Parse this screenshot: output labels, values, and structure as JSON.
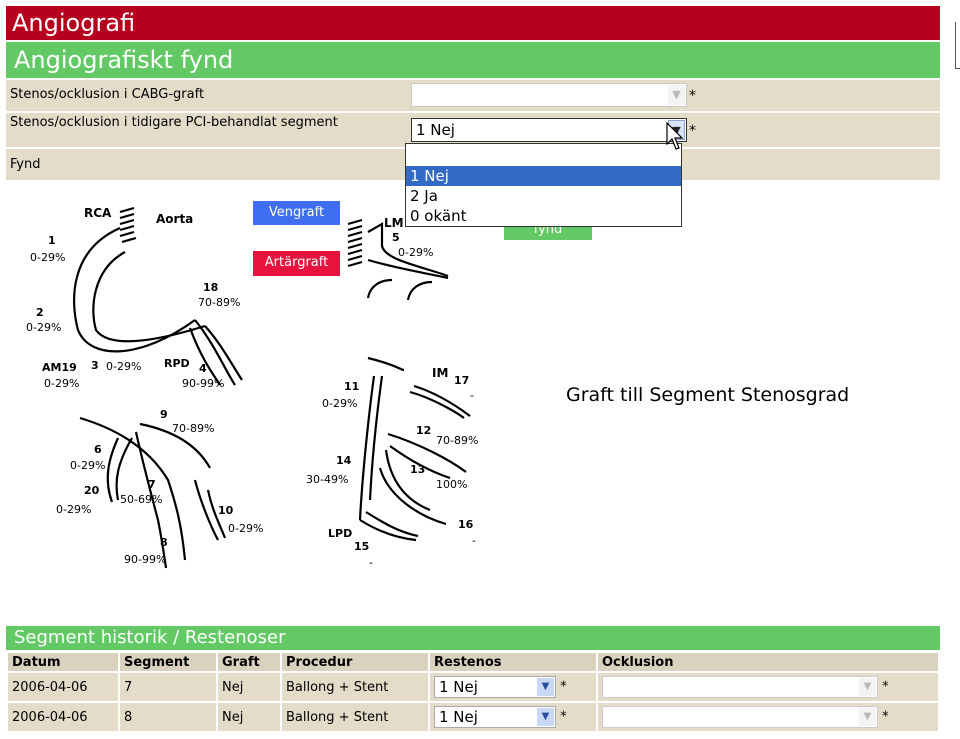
{
  "header": {
    "title": "Angiografi"
  },
  "section": {
    "title": "Angiografiskt fynd"
  },
  "fields": [
    {
      "label": "Stenos/ocklusion i CABG-graft",
      "value": ""
    },
    {
      "label": "Stenos/ocklusion i tidigare PCI-behandlat segment",
      "value": "1 Nej"
    },
    {
      "label": "Fynd",
      "value": ""
    }
  ],
  "required_mark": "*",
  "dropdown_options": [
    "1 Nej",
    "2 Ja",
    "0 okänt"
  ],
  "buttons": {
    "vengraft": "Vengraft",
    "artargraft": "Artärgraft",
    "fynd": "fynd"
  },
  "graft_text": "Graft till Segment Stenosgrad",
  "diagram": {
    "labels": {
      "rca": "RCA",
      "aorta": "Aorta",
      "lm": "LM",
      "im": "IM",
      "rpd": "RPD",
      "lpd": "LPD",
      "am19": "AM19",
      "s1": "1",
      "p1": "0-29%",
      "s2": "2",
      "p2": "0-29%",
      "s3": "3",
      "p3": "0-29%",
      "s4": "4",
      "p4": "90-99%",
      "s5": "5",
      "p5": "0-29%",
      "s6": "6",
      "p6": "0-29%",
      "s7": "7",
      "p7": "50-69%",
      "s8": "8",
      "p8": "90-99%",
      "s9": "9",
      "p9": "70-89%",
      "s10": "10",
      "p10": "0-29%",
      "s11": "11",
      "p11": "0-29%",
      "s12": "12",
      "p12": "70-89%",
      "s13": "13",
      "p13": "100%",
      "s14": "14",
      "p14": "30-49%",
      "s15": "15",
      "p15": "-",
      "s16": "16",
      "p16": "-",
      "s17": "17",
      "p17": "-",
      "s18": "18",
      "p18": "70-89%",
      "p19": "0-29%",
      "s20": "20",
      "p20": "0-29%"
    }
  },
  "history": {
    "title": "Segment historik / Restenoser",
    "columns": [
      "Datum",
      "Segment",
      "Graft",
      "Procedur",
      "Restenos",
      "Ocklusion"
    ],
    "rows": [
      {
        "datum": "2006-04-06",
        "segment": "7",
        "graft": "Nej",
        "procedur": "Ballong + Stent",
        "restenos": "1 Nej",
        "ocklusion": ""
      },
      {
        "datum": "2006-04-06",
        "segment": "8",
        "graft": "Nej",
        "procedur": "Ballong + Stent",
        "restenos": "1 Nej",
        "ocklusion": ""
      }
    ]
  },
  "colors": {
    "header_red": "#b5001e",
    "section_green": "#62c965",
    "row_beige": "#e3dcc8",
    "vengraft_blue": "#3f6ff0",
    "artargraft_red": "#e8123e",
    "selected_blue": "#316ac5"
  },
  "icons": {
    "dropdown": "chevron-down-icon",
    "cursor": "mouse-pointer-icon"
  }
}
